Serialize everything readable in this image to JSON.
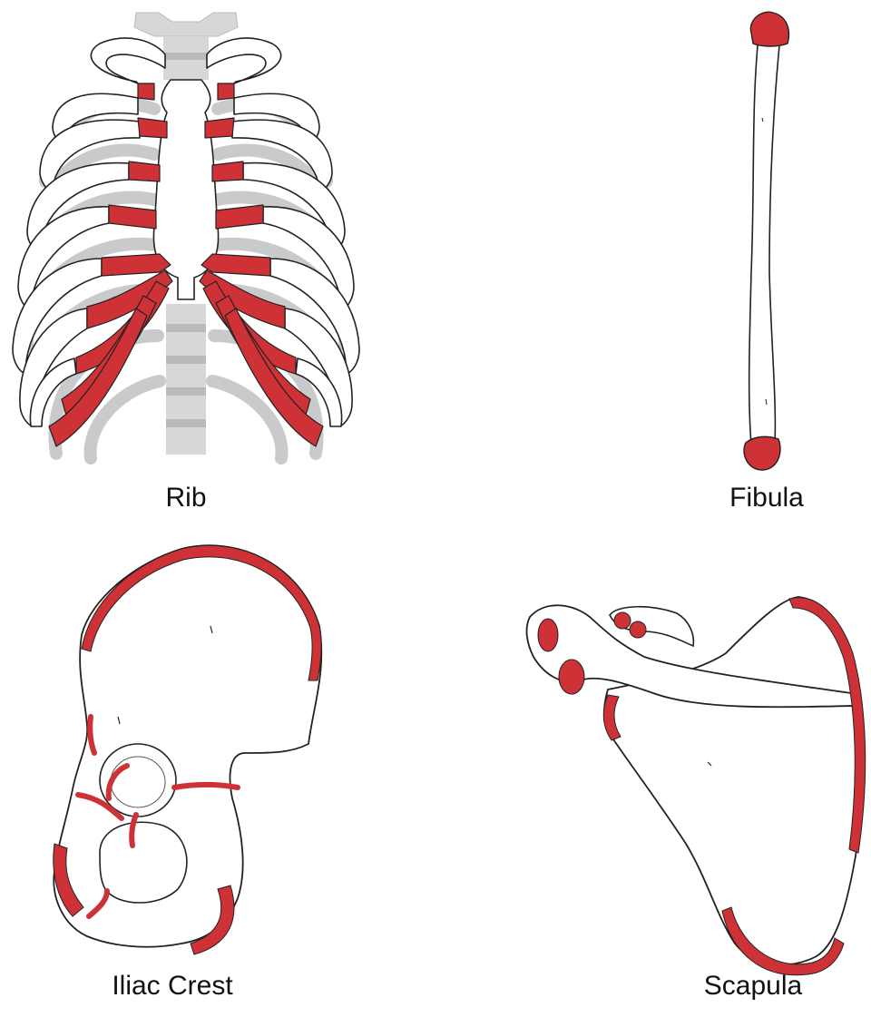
{
  "labels": {
    "rib": "Rib",
    "fibula": "Fibula",
    "iliac_crest": "Iliac Crest",
    "scapula": "Scapula"
  },
  "colors": {
    "highlight": "#cf3236",
    "bone_fill": "#ffffff",
    "bone_outline": "#111111",
    "back_rib_gray": "#cfd0d1",
    "spine_gray": "#d6d7d8",
    "spine_dark": "#b9babb"
  }
}
